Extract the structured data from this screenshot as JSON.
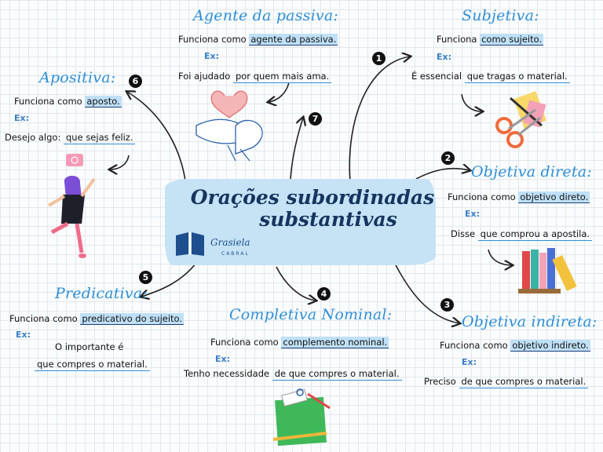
{
  "center": {
    "line1": "Orações subordinadas",
    "line2": "substantivas"
  },
  "logo": {
    "name": "Grasiela",
    "sub": "CABRAL"
  },
  "numbers": {
    "n1": "1",
    "n2": "2",
    "n3": "3",
    "n4": "4",
    "n5": "5",
    "n6": "6",
    "n7": "7"
  },
  "agente": {
    "title": "Agente da passiva:",
    "prefix": "Funciona como",
    "term": "agente da passiva.",
    "ex": "Ex:",
    "ex_text": "Foi ajudado",
    "ex_hl": "por quem mais ama."
  },
  "subjetiva": {
    "title": "Subjetiva:",
    "prefix": "Funciona",
    "term": "como sujeito.",
    "ex": "Ex:",
    "ex_text": "É essencial",
    "ex_hl": "que tragas o material."
  },
  "apositiva": {
    "title": "Apositiva:",
    "prefix": "Funciona como",
    "term": "aposto.",
    "ex": "Ex:",
    "ex_text": "Desejo algo:",
    "ex_hl": "que sejas feliz."
  },
  "objetiva_direta": {
    "title": "Objetiva direta:",
    "prefix": "Funciona como",
    "term": "objetivo direto.",
    "ex": "Ex:",
    "ex_text": "Disse",
    "ex_hl": "que comprou a apostila."
  },
  "predicativa": {
    "title": "Predicativa:",
    "prefix": "Funciona como",
    "term": "predicativo do sujeito.",
    "ex": "Ex:",
    "ex_text": "O importante é",
    "ex_hl": "que compres o material."
  },
  "completiva": {
    "title": "Completiva Nominal:",
    "prefix": "Funciona como",
    "term": "complemento nominal.",
    "ex": "Ex:",
    "ex_text": "Tenho necessidade",
    "ex_hl": "de que compres o material."
  },
  "objetiva_indireta": {
    "title": "Objetiva indireta:",
    "prefix": "Funciona como",
    "term": "objetivo indireto.",
    "ex": "Ex:",
    "ex_text": "Preciso",
    "ex_hl": "de que compres o material."
  },
  "colors": {
    "title_blue": "#2f8fd6",
    "center_blob": "#c5e3f5",
    "highlight": "#bfe0f7",
    "center_text": "#15355f"
  }
}
